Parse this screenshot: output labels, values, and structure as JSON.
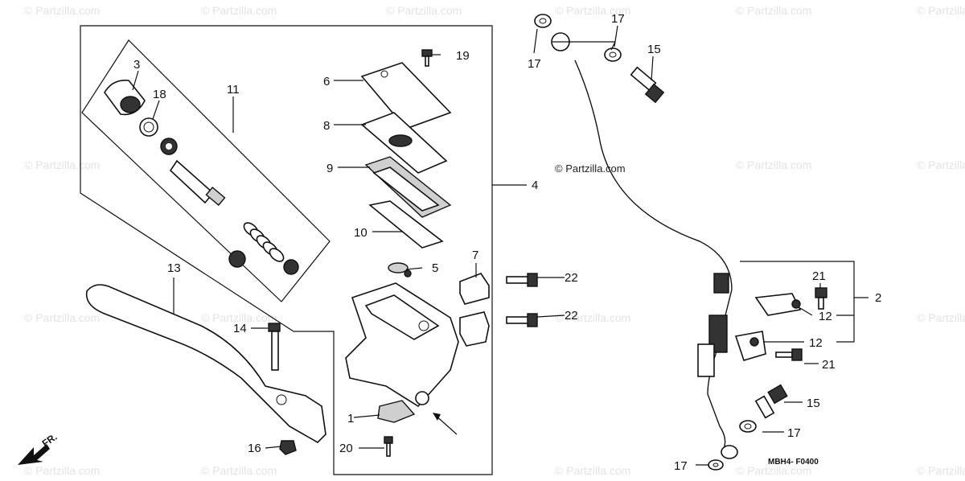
{
  "watermark": "© Partzilla.com",
  "credit": "© Partzilla.com",
  "diagram_code": "MBH4- F0400",
  "direction_label": "FR.",
  "callouts": {
    "c1": "1",
    "c2": "2",
    "c3": "3",
    "c4": "4",
    "c5": "5",
    "c6": "6",
    "c7": "7",
    "c8": "8",
    "c9": "9",
    "c10": "10",
    "c11": "11",
    "c12a": "12",
    "c12b": "12",
    "c13": "13",
    "c14": "14",
    "c15a": "15",
    "c15b": "15",
    "c16": "16",
    "c17a": "17",
    "c17b": "17",
    "c17c": "17",
    "c17d": "17",
    "c18": "18",
    "c19": "19",
    "c20": "20",
    "c21a": "21",
    "c21b": "21",
    "c22a": "22",
    "c22b": "22"
  }
}
